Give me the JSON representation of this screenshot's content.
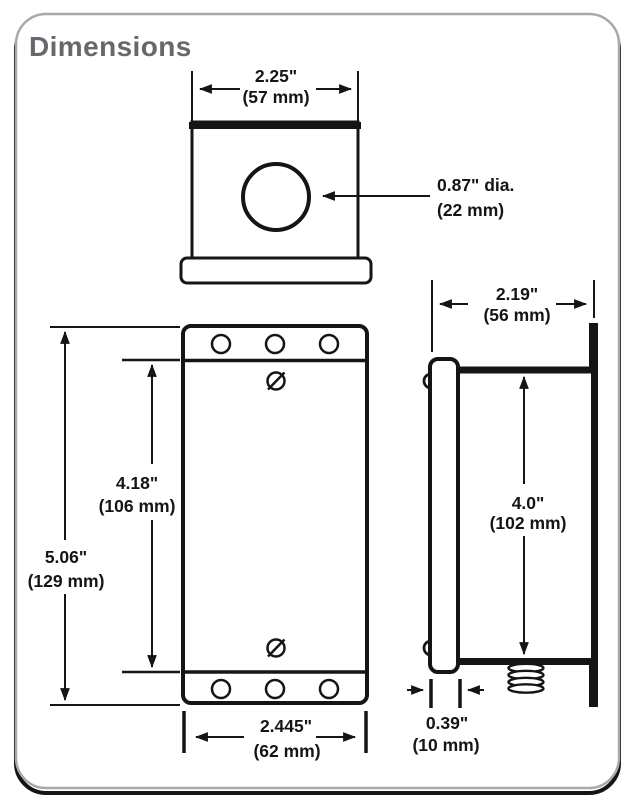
{
  "title": "Dimensions",
  "colors": {
    "line": "#151515",
    "title": "#65686c",
    "border": "#a7a9ac",
    "shadow": "#b4b6b8",
    "bg": "#ffffff"
  },
  "dimensions": {
    "top_width": {
      "inches": "2.25\"",
      "metric": "(57 mm)"
    },
    "hole_diameter": {
      "inches": "0.87\" dia.",
      "metric": "(22 mm)"
    },
    "overall_height": {
      "inches": "5.06\"",
      "metric": "(129 mm)"
    },
    "mounting_height": {
      "inches": "4.18\"",
      "metric": "(106 mm)"
    },
    "bottom_width": {
      "inches": "2.445\"",
      "metric": "(62 mm)"
    },
    "depth": {
      "inches": "2.19\"",
      "metric": "(56 mm)"
    },
    "side_height": {
      "inches": "4.0\"",
      "metric": "(102 mm)"
    },
    "bracket_depth": {
      "inches": "0.39\"",
      "metric": "(10 mm)"
    }
  }
}
